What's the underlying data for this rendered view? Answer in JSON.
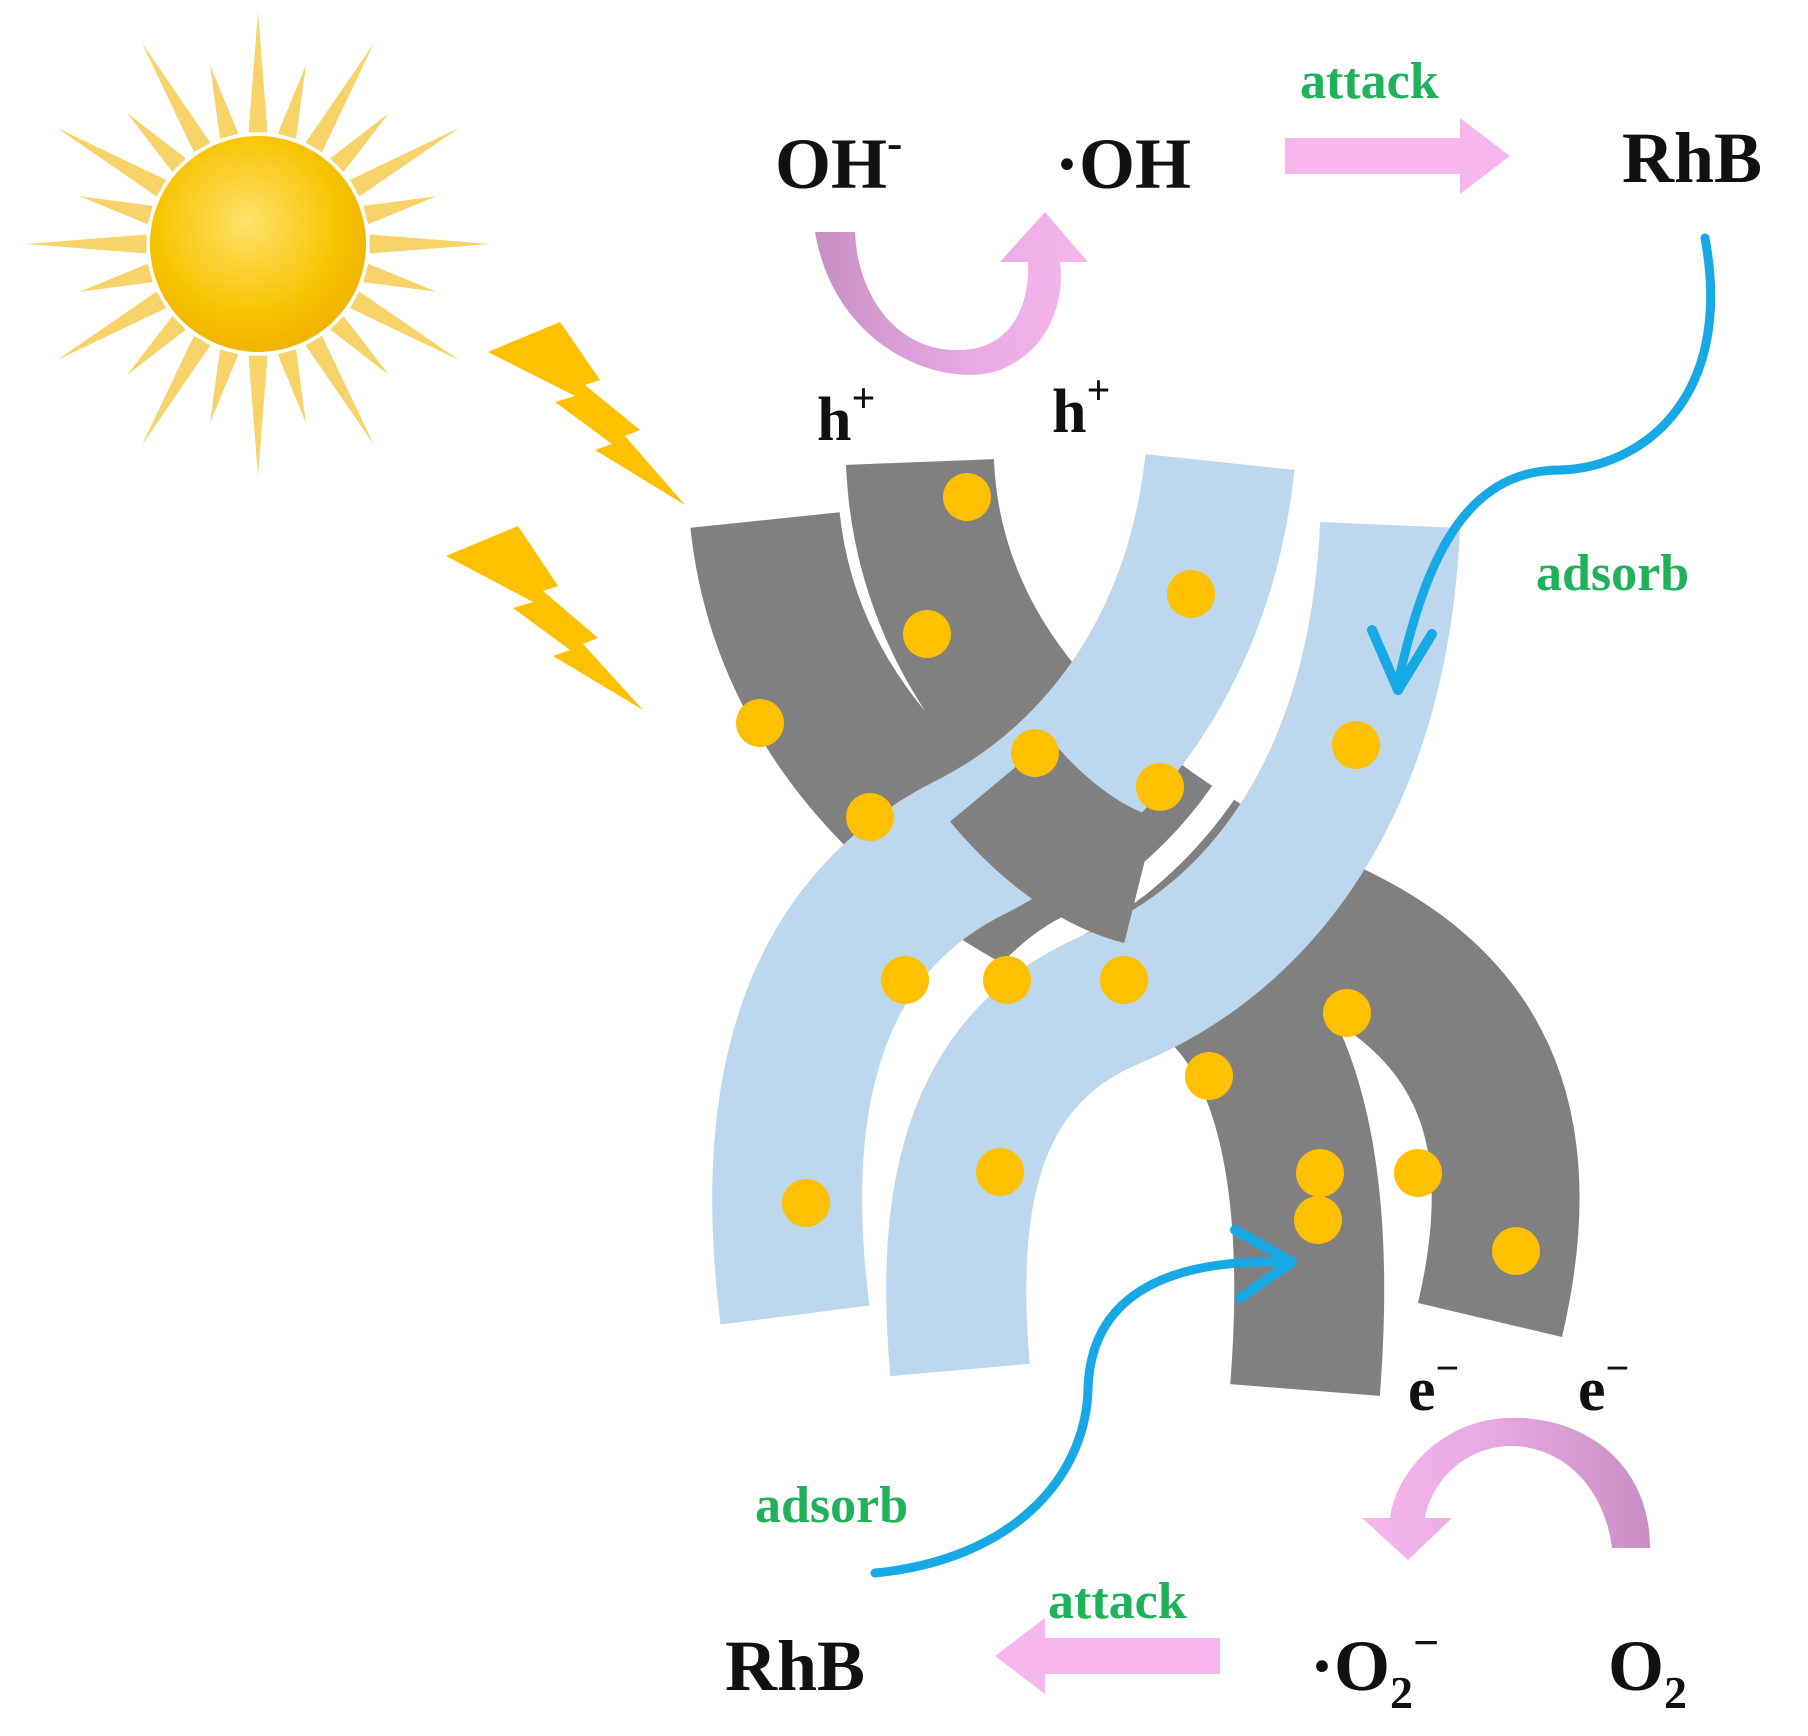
{
  "colors": {
    "green_text": "#1fb25a",
    "pink_arrow": "#f7b7ee",
    "purple_arrow": "#c88fc4",
    "cyan_arrow": "#17a9e6",
    "gray_band": "#808080",
    "blue_band": "#bdd7ee",
    "dot": "#ffc000",
    "sun": "#f7c300",
    "sun_rays": "#f7d36a",
    "lightning": "#ffc000"
  },
  "icons": [
    "sun-icon",
    "lightning-icon"
  ],
  "top": {
    "reactant": "OH",
    "reactant_sup": "-",
    "product": "·OH",
    "attack": "attack",
    "target": "RhB",
    "hole_left": "h",
    "hole_left_sup": "+",
    "hole_right": "h",
    "hole_right_sup": "+",
    "adsorb": "adsorb"
  },
  "bottom": {
    "electron_left": "e",
    "electron_left_sup": "−",
    "electron_right": "e",
    "electron_right_sup": "−",
    "adsorb": "adsorb",
    "attack": "attack",
    "target": "RhB",
    "radical_prefix": "·O",
    "radical_sub": "2",
    "radical_sup": "−",
    "oxygen": "O",
    "oxygen_sub": "2"
  }
}
